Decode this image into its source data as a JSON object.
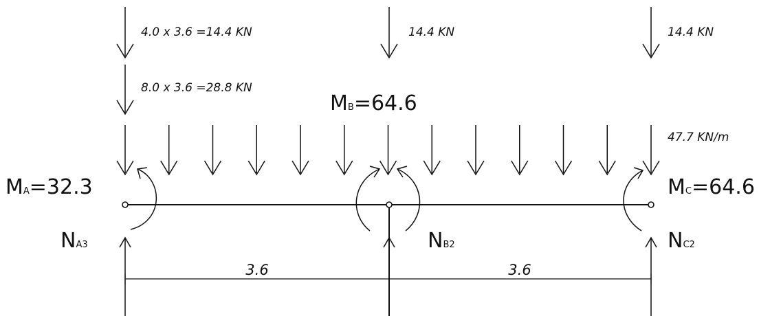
{
  "colors": {
    "ink": "#111111",
    "background": "#ffffff"
  },
  "point_loads_row1": [
    {
      "label": "4.0 x 3.6 =14.4 KN"
    },
    {
      "label": "14.4 KN"
    },
    {
      "label": "14.4 KN"
    }
  ],
  "point_load_row2": {
    "label": "8.0 x 3.6 =28.8 KN"
  },
  "distributed_load": {
    "label": "47.7 KN/m",
    "arrow_count": 13
  },
  "moments": {
    "A": {
      "main": "M",
      "sub": "A",
      "value": "=32.3"
    },
    "B": {
      "main": "M",
      "sub": "B",
      "value": "=64.6"
    },
    "C": {
      "main": "M",
      "sub": "C",
      "value": "=64.6"
    }
  },
  "reactions": {
    "A": {
      "main": "N",
      "sub": "A3"
    },
    "B": {
      "main": "N",
      "sub": "B2"
    },
    "C": {
      "main": "N",
      "sub": "C2"
    }
  },
  "spans": [
    {
      "label": "3.6"
    },
    {
      "label": "3.6"
    }
  ]
}
